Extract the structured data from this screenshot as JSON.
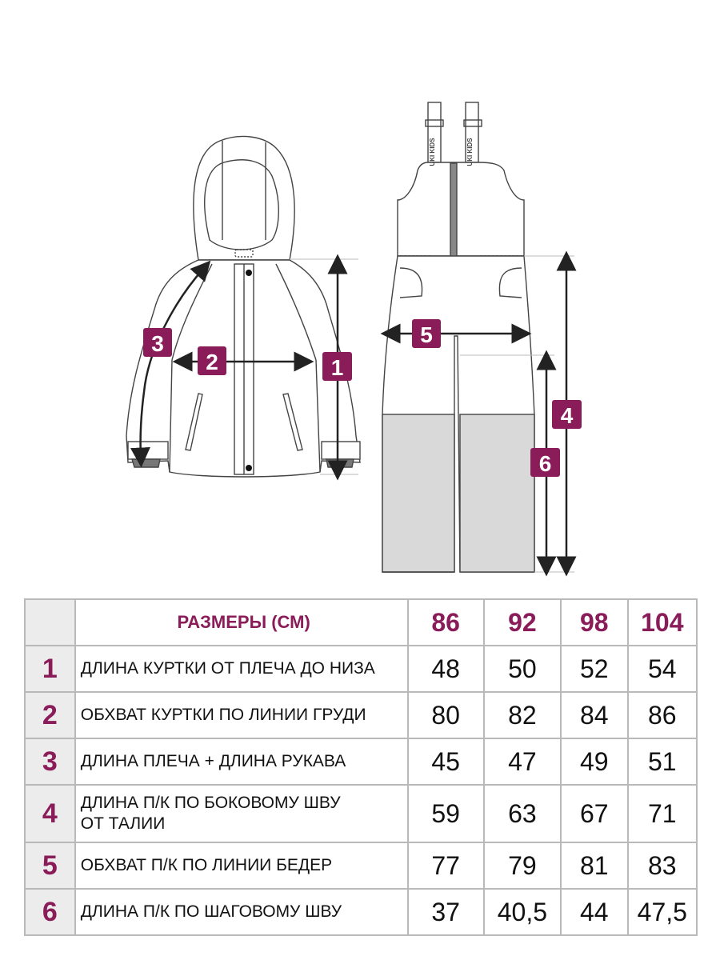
{
  "diagram": {
    "jacket_markers": [
      {
        "id": "1",
        "meaning": "jacket length"
      },
      {
        "id": "2",
        "meaning": "chest girth"
      },
      {
        "id": "3",
        "meaning": "shoulder + sleeve length"
      }
    ],
    "overalls_markers": [
      {
        "id": "4",
        "meaning": "side seam length from waist"
      },
      {
        "id": "5",
        "meaning": "hip girth"
      },
      {
        "id": "6",
        "meaning": "inseam length"
      }
    ],
    "strap_text": "UKI KIDS",
    "accent_color": "#8b1c5a",
    "lower_panel_color": "#d9d9d9"
  },
  "table": {
    "header": {
      "label": "РАЗМЕРЫ (СМ)",
      "sizes": [
        "86",
        "92",
        "98",
        "104"
      ]
    },
    "rows": [
      {
        "num": "1",
        "label": "ДЛИНА КУРТКИ ОТ ПЛЕЧА ДО НИЗА",
        "values": [
          "48",
          "50",
          "52",
          "54"
        ]
      },
      {
        "num": "2",
        "label": "ОБХВАТ КУРТКИ ПО ЛИНИИ ГРУДИ",
        "values": [
          "80",
          "82",
          "84",
          "86"
        ]
      },
      {
        "num": "3",
        "label": "ДЛИНА ПЛЕЧА + ДЛИНА РУКАВА",
        "values": [
          "45",
          "47",
          "49",
          "51"
        ]
      },
      {
        "num": "4",
        "label": "ДЛИНА П/К ПО БОКОВОМУ ШВУ",
        "label2": "ОТ ТАЛИИ",
        "values": [
          "59",
          "63",
          "67",
          "71"
        ]
      },
      {
        "num": "5",
        "label": "ОБХВАТ П/К ПО ЛИНИИ БЕДЕР",
        "values": [
          "77",
          "79",
          "81",
          "83"
        ]
      },
      {
        "num": "6",
        "label": "ДЛИНА П/К ПО ШАГОВОМУ ШВУ",
        "values": [
          "37",
          "40,5",
          "44",
          "47,5"
        ]
      }
    ]
  }
}
